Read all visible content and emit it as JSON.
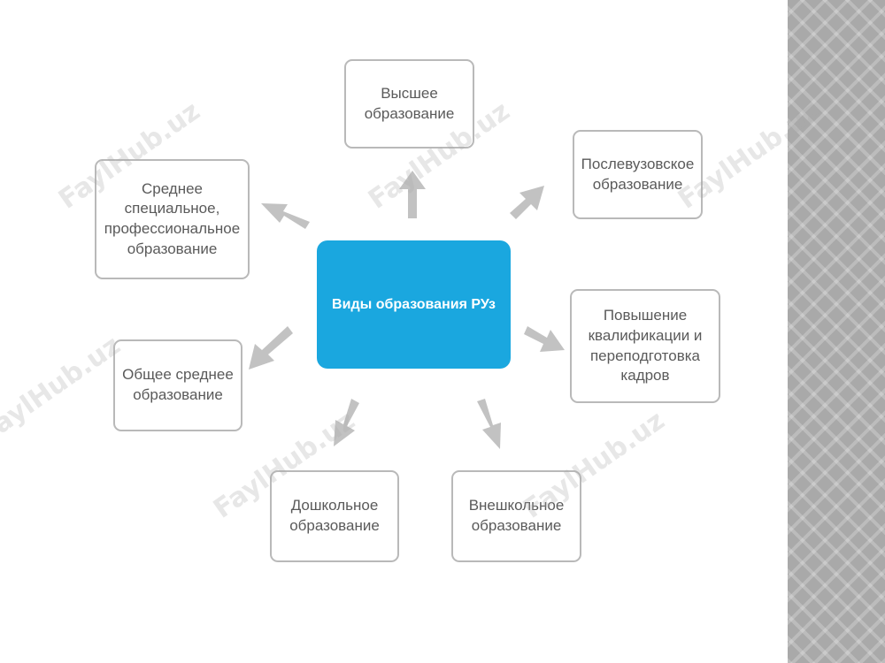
{
  "diagram": {
    "center": "Виды образования РУз",
    "nodes": [
      {
        "id": "higher",
        "label": "Высшее\nобразование"
      },
      {
        "id": "postgraduate",
        "label": "Послевузовское\nобразование"
      },
      {
        "id": "retraining",
        "label": "Повышение\nквалификации и\nпереподготовка\nкадров"
      },
      {
        "id": "extracurricular",
        "label": "Внешкольное\nобразование"
      },
      {
        "id": "preschool",
        "label": "Дошкольное\nобразование"
      },
      {
        "id": "general-secondary",
        "label": "Общее среднее\nобразование"
      },
      {
        "id": "secondary-special",
        "label": "Среднее\nспециальное,\nпрофессиональное\nобразование"
      }
    ]
  },
  "watermark": "FaylHub.uz",
  "colors": {
    "center_fill": "#1aa7df",
    "node_border": "#b9b9b9",
    "arrow": "#c2c2c2",
    "side_pattern": "#a9a9a9"
  }
}
